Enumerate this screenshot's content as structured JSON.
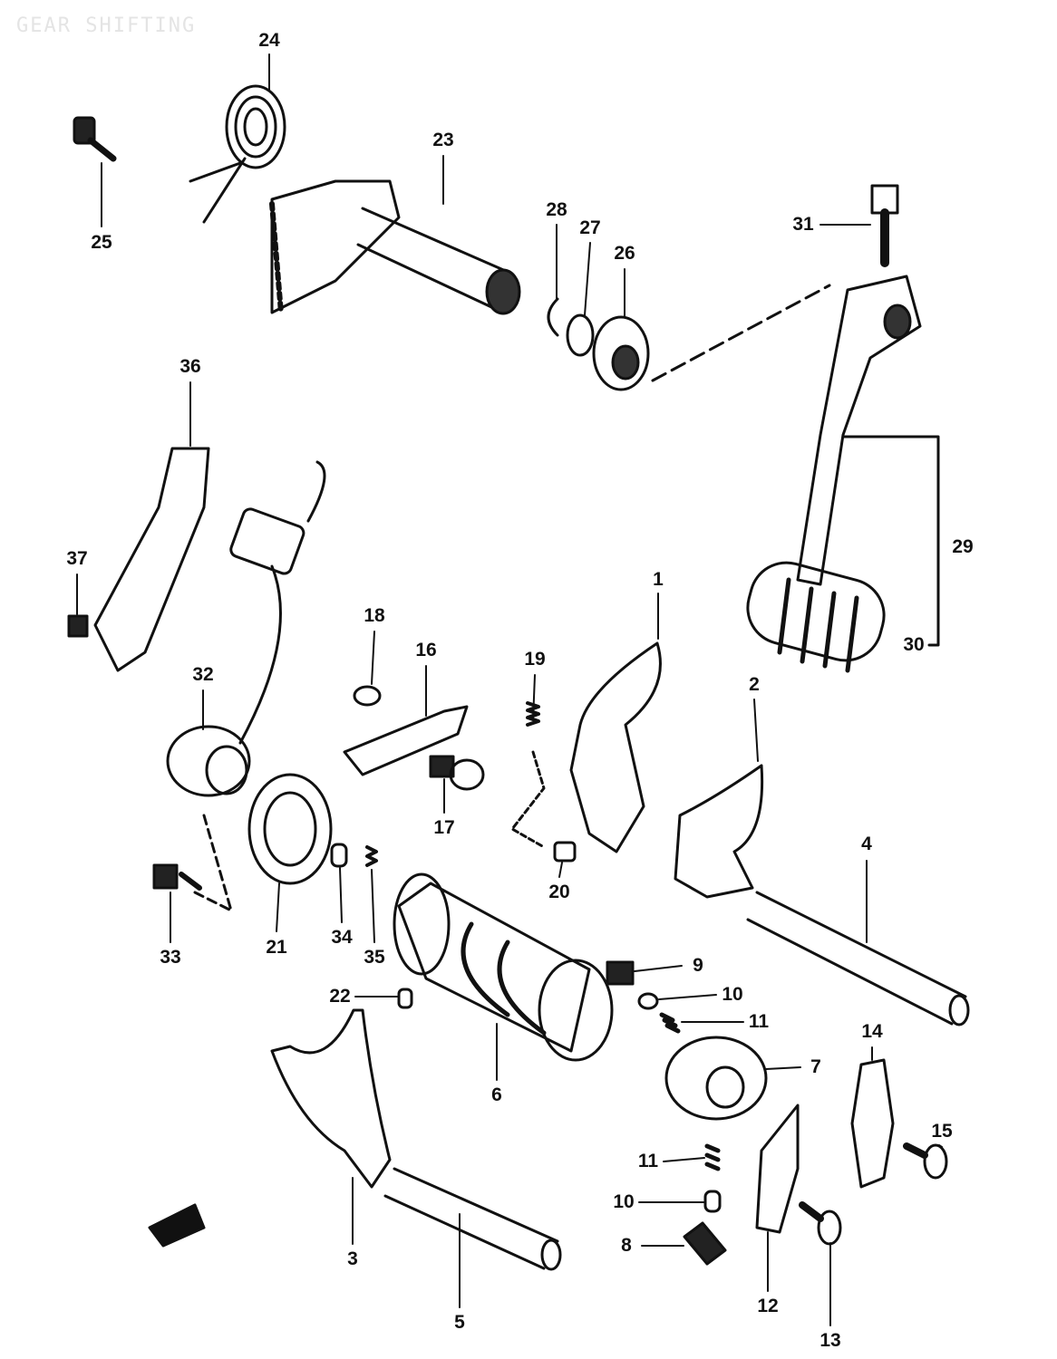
{
  "title": "GEAR SHIFTING",
  "callouts": {
    "c24": "24",
    "c25": "25",
    "c23": "23",
    "c28": "28",
    "c27": "27",
    "c26": "26",
    "c31": "31",
    "c36": "36",
    "c37": "37",
    "c29": "29",
    "c30": "30",
    "c1": "1",
    "c2": "2",
    "c18": "18",
    "c16": "16",
    "c19": "19",
    "c32": "32",
    "c17": "17",
    "c20": "20",
    "c4": "4",
    "c33": "33",
    "c21": "21",
    "c34": "34",
    "c35": "35",
    "c9": "9",
    "c22": "22",
    "c10a": "10",
    "c11a": "11",
    "c14": "14",
    "c7": "7",
    "c6": "6",
    "c15": "15",
    "c11b": "11",
    "c10b": "10",
    "c8": "8",
    "c3": "3",
    "c12": "12",
    "c5": "5",
    "c13": "13"
  }
}
